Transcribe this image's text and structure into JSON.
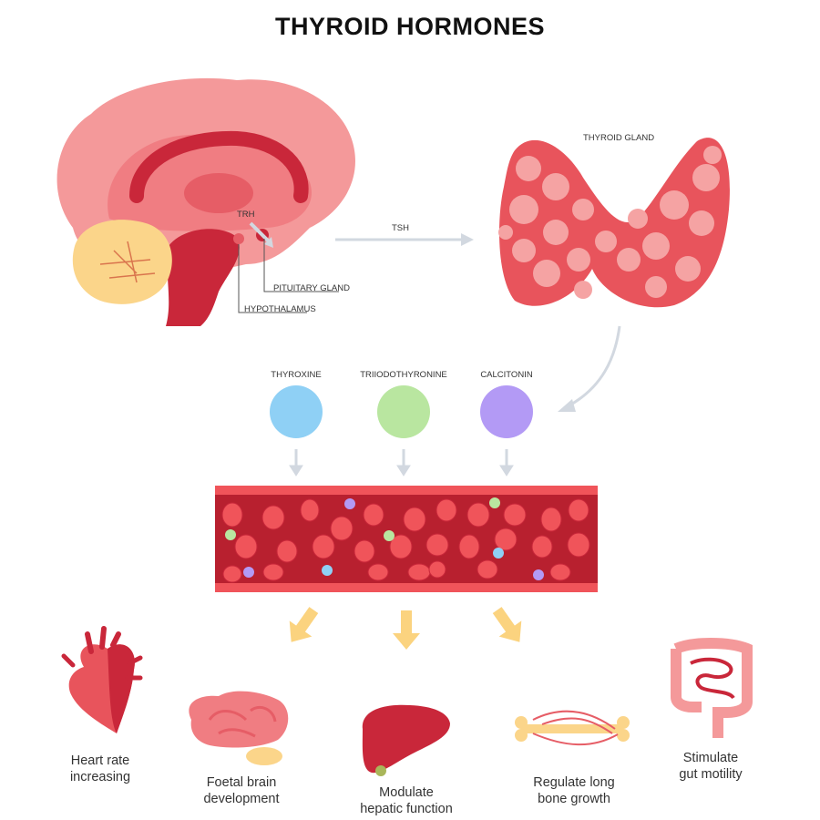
{
  "title": "THYROID HORMONES",
  "brain": {
    "trh_label": "TRH",
    "pituitary_label": "PITUITARY GLAND",
    "hypothalamus_label": "HYPOTHALAMUS"
  },
  "tsh_label": "TSH",
  "thyroid_label": "THYROID GLAND",
  "hormones": [
    {
      "label": "THYROXINE",
      "color": "#8fd0f5"
    },
    {
      "label": "TRIIODOTHYRONINE",
      "color": "#b9e6a0"
    },
    {
      "label": "CALCITONIN",
      "color": "#b39af5"
    }
  ],
  "effects": [
    {
      "line1": "Heart rate",
      "line2": "increasing"
    },
    {
      "line1": "Foetal brain",
      "line2": "development"
    },
    {
      "line1": "Modulate",
      "line2": "hepatic function"
    },
    {
      "line1": "Regulate long",
      "line2": "bone growth"
    },
    {
      "line1": "Stimulate",
      "line2": "gut motility"
    }
  ],
  "colors": {
    "brain_pink": "#f4999a",
    "dark_red": "#c9273a",
    "vessel_red": "#b8202f",
    "cell_red": "#f0545a",
    "arrow_gray": "#d2d8e0",
    "arrow_yellow": "#fbd37f",
    "cerebellum": "#fbd58a"
  }
}
